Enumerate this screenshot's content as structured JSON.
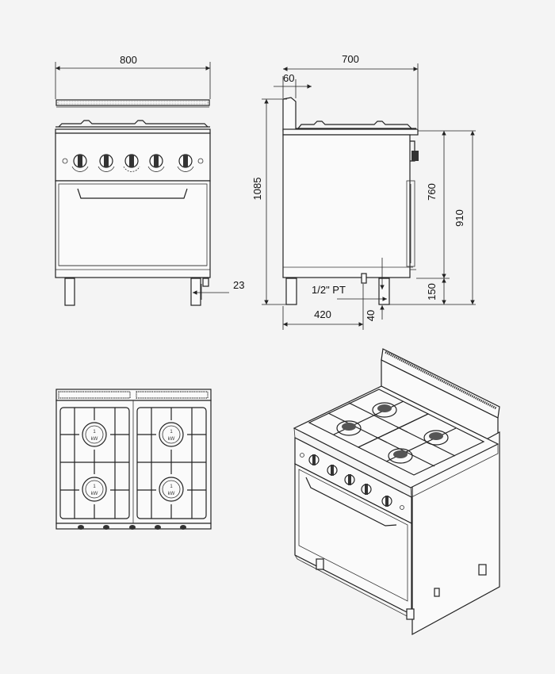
{
  "dimensions": {
    "front_width": "800",
    "side_depth": "700",
    "splash_depth": "60",
    "total_height": "1085",
    "oven_height": "760",
    "body_height": "910",
    "leg_height": "150",
    "leg_offset": "23",
    "gas_inlet": "1/2\" PT",
    "inlet_height": "40",
    "inlet_depth": "420"
  },
  "colors": {
    "line": "#222222",
    "background": "#f4f4f4"
  },
  "burner_label": "kW",
  "burner_value": "1"
}
